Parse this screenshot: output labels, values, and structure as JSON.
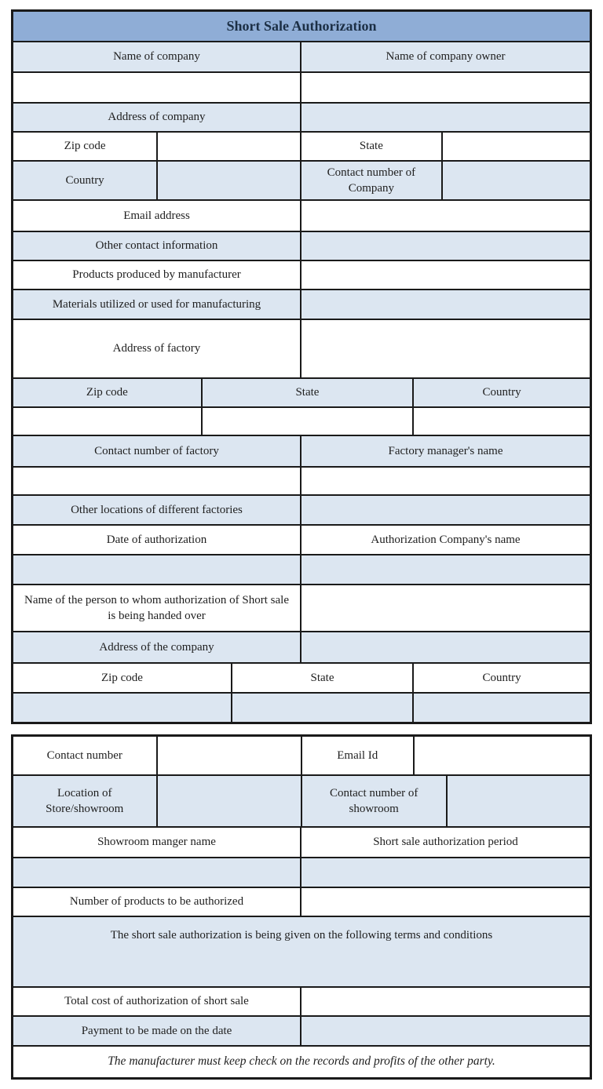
{
  "colors": {
    "header_bg": "#8fadd6",
    "cell_blue": "#dce6f1",
    "cell_white": "#ffffff",
    "border": "#1a1a1a",
    "title_text": "#1c2f45",
    "label_text": "#1f1f1f"
  },
  "title": "Short Sale Authorization",
  "footer_note": "The manufacturer must keep check on the records and profits of the other party.",
  "tables": [
    {
      "name": "company-and-factory-details",
      "rows": [
        {
          "h": 39,
          "cells": [
            {
              "label": "Short Sale Authorization",
              "w": 100,
              "bg": "header",
              "kind": "title"
            }
          ]
        },
        {
          "h": 39,
          "cells": [
            {
              "label": "Name of company",
              "w": 50,
              "bg": "blue",
              "kind": "label"
            },
            {
              "label": "Name of company owner",
              "w": 50,
              "bg": "blue",
              "kind": "label"
            }
          ]
        },
        {
          "h": 39,
          "cells": [
            {
              "label": "",
              "w": 50,
              "bg": "white",
              "kind": "input"
            },
            {
              "label": "",
              "w": 50,
              "bg": "white",
              "kind": "input"
            }
          ]
        },
        {
          "h": 37,
          "cells": [
            {
              "label": "Address of company",
              "w": 50,
              "bg": "blue",
              "kind": "label"
            },
            {
              "label": "",
              "w": 50,
              "bg": "blue",
              "kind": "input"
            }
          ]
        },
        {
          "h": 37,
          "cells": [
            {
              "label": "Zip code",
              "w": 25.1,
              "bg": "white",
              "kind": "label"
            },
            {
              "label": "",
              "w": 24.9,
              "bg": "white",
              "kind": "input"
            },
            {
              "label": "State",
              "w": 24.5,
              "bg": "white",
              "kind": "label"
            },
            {
              "label": "",
              "w": 25.5,
              "bg": "white",
              "kind": "input"
            }
          ]
        },
        {
          "h": 50,
          "cells": [
            {
              "label": "Country",
              "w": 25.1,
              "bg": "blue",
              "kind": "label"
            },
            {
              "label": "",
              "w": 24.9,
              "bg": "blue",
              "kind": "input"
            },
            {
              "label": "Contact number of Company",
              "w": 24.5,
              "bg": "blue",
              "kind": "label"
            },
            {
              "label": "",
              "w": 25.5,
              "bg": "blue",
              "kind": "input"
            }
          ]
        },
        {
          "h": 40,
          "cells": [
            {
              "label": "Email address",
              "w": 50,
              "bg": "white",
              "kind": "label"
            },
            {
              "label": "",
              "w": 50,
              "bg": "white",
              "kind": "input"
            }
          ]
        },
        {
          "h": 37,
          "cells": [
            {
              "label": "Other contact information",
              "w": 50,
              "bg": "blue",
              "kind": "label"
            },
            {
              "label": "",
              "w": 50,
              "bg": "blue",
              "kind": "input"
            }
          ]
        },
        {
          "h": 37,
          "cells": [
            {
              "label": "Products produced by manufacturer",
              "w": 50,
              "bg": "white",
              "kind": "label"
            },
            {
              "label": "",
              "w": 50,
              "bg": "white",
              "kind": "input"
            }
          ]
        },
        {
          "h": 38,
          "cells": [
            {
              "label": "Materials utilized or used for manufacturing",
              "w": 50,
              "bg": "blue",
              "kind": "label"
            },
            {
              "label": "",
              "w": 50,
              "bg": "blue",
              "kind": "input"
            }
          ]
        },
        {
          "h": 75,
          "cells": [
            {
              "label": "Address of factory",
              "w": 50,
              "bg": "white",
              "kind": "label"
            },
            {
              "label": "",
              "w": 50,
              "bg": "white",
              "kind": "input"
            }
          ]
        },
        {
          "h": 37,
          "cells": [
            {
              "label": "Zip code",
              "w": 32.8,
              "bg": "blue",
              "kind": "label"
            },
            {
              "label": "State",
              "w": 36.7,
              "bg": "blue",
              "kind": "label"
            },
            {
              "label": "Country",
              "w": 30.5,
              "bg": "blue",
              "kind": "label"
            }
          ]
        },
        {
          "h": 36,
          "cells": [
            {
              "label": "",
              "w": 32.8,
              "bg": "white",
              "kind": "input"
            },
            {
              "label": "",
              "w": 36.7,
              "bg": "white",
              "kind": "input"
            },
            {
              "label": "",
              "w": 30.5,
              "bg": "white",
              "kind": "input"
            }
          ]
        },
        {
          "h": 40,
          "cells": [
            {
              "label": "Contact number of factory",
              "w": 50,
              "bg": "blue",
              "kind": "label"
            },
            {
              "label": "Factory manager's name",
              "w": 50,
              "bg": "blue",
              "kind": "label"
            }
          ]
        },
        {
          "h": 36,
          "cells": [
            {
              "label": "",
              "w": 50,
              "bg": "white",
              "kind": "input"
            },
            {
              "label": "",
              "w": 50,
              "bg": "white",
              "kind": "input"
            }
          ]
        },
        {
          "h": 38,
          "cells": [
            {
              "label": "Other locations of different factories",
              "w": 50,
              "bg": "blue",
              "kind": "label"
            },
            {
              "label": "",
              "w": 50,
              "bg": "blue",
              "kind": "input"
            }
          ]
        },
        {
          "h": 38,
          "cells": [
            {
              "label": "Date of authorization",
              "w": 50,
              "bg": "white",
              "kind": "label"
            },
            {
              "label": "Authorization Company's name",
              "w": 50,
              "bg": "white",
              "kind": "label"
            }
          ]
        },
        {
          "h": 38,
          "cells": [
            {
              "label": "",
              "w": 50,
              "bg": "blue",
              "kind": "input"
            },
            {
              "label": "",
              "w": 50,
              "bg": "blue",
              "kind": "input"
            }
          ]
        },
        {
          "h": 60,
          "cells": [
            {
              "label": "Name of the person to whom authorization of Short sale is being handed over",
              "w": 50,
              "bg": "white",
              "kind": "label"
            },
            {
              "label": "",
              "w": 50,
              "bg": "white",
              "kind": "input"
            }
          ]
        },
        {
          "h": 40,
          "cells": [
            {
              "label": "Address of the company",
              "w": 50,
              "bg": "blue",
              "kind": "label"
            },
            {
              "label": "",
              "w": 50,
              "bg": "blue",
              "kind": "input"
            }
          ]
        },
        {
          "h": 38,
          "cells": [
            {
              "label": "Zip code",
              "w": 38,
              "bg": "white",
              "kind": "label"
            },
            {
              "label": "State",
              "w": 31.5,
              "bg": "white",
              "kind": "label"
            },
            {
              "label": "Country",
              "w": 30.5,
              "bg": "white",
              "kind": "label"
            }
          ]
        },
        {
          "h": 36,
          "cells": [
            {
              "label": "",
              "w": 38,
              "bg": "blue",
              "kind": "input"
            },
            {
              "label": "",
              "w": 31.5,
              "bg": "blue",
              "kind": "input"
            },
            {
              "label": "",
              "w": 30.5,
              "bg": "blue",
              "kind": "input"
            }
          ]
        }
      ]
    },
    {
      "name": "showroom-and-terms-details",
      "rows": [
        {
          "h": 50,
          "cells": [
            {
              "label": "Contact number",
              "w": 25,
              "bg": "white",
              "kind": "label"
            },
            {
              "label": "",
              "w": 25.1,
              "bg": "white",
              "kind": "input"
            },
            {
              "label": "Email Id",
              "w": 19.5,
              "bg": "white",
              "kind": "label"
            },
            {
              "label": "",
              "w": 30.4,
              "bg": "white",
              "kind": "input"
            }
          ]
        },
        {
          "h": 66,
          "cells": [
            {
              "label": "Location of Store/showroom",
              "w": 25,
              "bg": "blue",
              "kind": "label"
            },
            {
              "label": "",
              "w": 25.1,
              "bg": "blue",
              "kind": "input"
            },
            {
              "label": "Contact number of showroom",
              "w": 25.2,
              "bg": "blue",
              "kind": "label"
            },
            {
              "label": "",
              "w": 24.7,
              "bg": "blue",
              "kind": "input"
            }
          ]
        },
        {
          "h": 39,
          "cells": [
            {
              "label": "Showroom manger name",
              "w": 50,
              "bg": "white",
              "kind": "label"
            },
            {
              "label": "Short sale authorization period",
              "w": 50,
              "bg": "white",
              "kind": "label"
            }
          ]
        },
        {
          "h": 38,
          "cells": [
            {
              "label": "",
              "w": 50,
              "bg": "blue",
              "kind": "input"
            },
            {
              "label": "",
              "w": 50,
              "bg": "blue",
              "kind": "input"
            }
          ]
        },
        {
          "h": 37,
          "cells": [
            {
              "label": "Number of products to be authorized",
              "w": 50,
              "bg": "white",
              "kind": "label"
            },
            {
              "label": "",
              "w": 50,
              "bg": "white",
              "kind": "input"
            }
          ]
        },
        {
          "h": 90,
          "cells": [
            {
              "label": "The short sale authorization is being given on the following terms and conditions",
              "w": 100,
              "bg": "blue",
              "kind": "label",
              "align": "top"
            }
          ]
        },
        {
          "h": 37,
          "cells": [
            {
              "label": "Total cost of authorization of short sale",
              "w": 50,
              "bg": "white",
              "kind": "label"
            },
            {
              "label": "",
              "w": 50,
              "bg": "white",
              "kind": "input"
            }
          ]
        },
        {
          "h": 38,
          "cells": [
            {
              "label": "Payment to be made on the date",
              "w": 50,
              "bg": "blue",
              "kind": "label"
            },
            {
              "label": "",
              "w": 50,
              "bg": "blue",
              "kind": "input"
            }
          ]
        },
        {
          "h": 39,
          "cells": [
            {
              "label": "The manufacturer must keep check on the records and profits of the other party.",
              "w": 100,
              "bg": "white",
              "kind": "note"
            }
          ]
        }
      ]
    }
  ]
}
